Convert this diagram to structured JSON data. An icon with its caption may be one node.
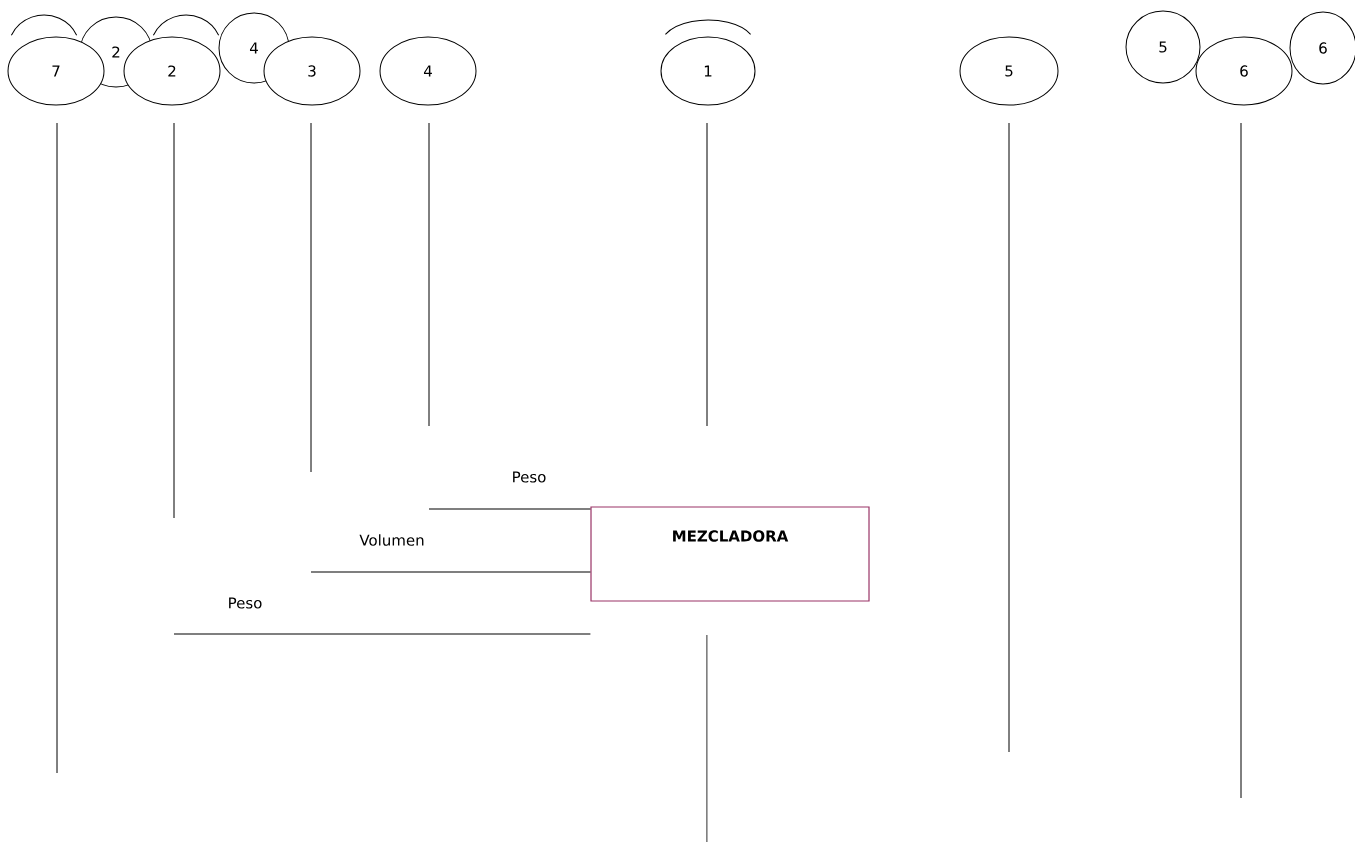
{
  "diagram": {
    "nodes": [
      {
        "text": [],
        "shape": "ellipse"
      },
      {
        "text": [
          "2"
        ]
      },
      {
        "text": [],
        "shape": "ellipse"
      },
      {
        "text": [
          "4"
        ]
      },
      {
        "text": [],
        "shape": "ellipse"
      },
      {
        "text": [
          "5"
        ]
      },
      {
        "text": [
          "6"
        ]
      },
      {
        "text": [
          "7"
        ]
      },
      {
        "text": [
          "2"
        ]
      },
      {
        "text": [
          "3"
        ]
      },
      {
        "text": [
          "4"
        ]
      },
      {
        "text": [
          "1"
        ]
      },
      {
        "text": [
          "5"
        ]
      },
      {
        "text": [
          "6"
        ]
      },
      {
        "text": [
          "MEZCLADORA"
        ]
      }
    ],
    "edges": [
      {
        "from": null,
        "to": 14,
        "arrow": "none",
        "label": "Peso"
      },
      {
        "from": null,
        "to": 14,
        "arrow": "none",
        "label": "Volumen"
      },
      {
        "from": null,
        "to": 14,
        "arrow": "none",
        "label": "Peso"
      }
    ]
  }
}
